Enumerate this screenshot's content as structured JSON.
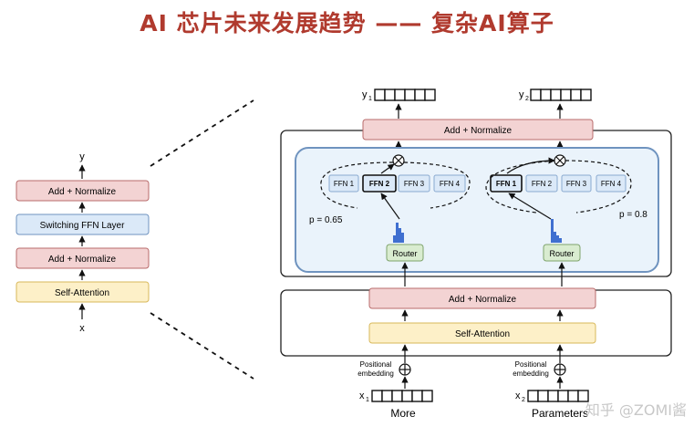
{
  "title": "AI 芯片未来发展趋势 —— 复杂AI算子",
  "left_block": {
    "y_label": "y",
    "x_label": "x",
    "add_norm_top": "Add + Normalize",
    "switching_ffn": "Switching FFN Layer",
    "add_norm_mid": "Add + Normalize",
    "self_attention": "Self-Attention"
  },
  "right_block": {
    "y1": "y",
    "y1_sub": "1",
    "y2": "y",
    "y2_sub": "2",
    "add_norm_top": "Add + Normalize",
    "add_norm_bottom": "Add + Normalize",
    "self_attention": "Self-Attention",
    "ffn_left": [
      "FFN 1",
      "FFN 2",
      "FFN 3",
      "FFN 4"
    ],
    "ffn_right": [
      "FFN 1",
      "FFN 2",
      "FFN 3",
      "FFN 4"
    ],
    "router_left": "Router",
    "router_right": "Router",
    "p_left": "p = 0.65",
    "p_right": "p = 0.8",
    "pos_emb_left": [
      "Positional",
      "embedding"
    ],
    "pos_emb_right": [
      "Positional",
      "embedding"
    ],
    "x1": "x",
    "x1_sub": "1",
    "x2": "x",
    "x2_sub": "2",
    "token_left": "More",
    "token_right": "Parameters"
  },
  "watermark": "知乎 @ZOMI酱",
  "colors": {
    "title": "#b03a2e",
    "add_norm_fill": "#f3d3d3",
    "add_norm_stroke": "#b86b6b",
    "ffn_layer_fill": "#dbe9f8",
    "ffn_layer_stroke": "#6f93bf",
    "self_attn_fill": "#fdf0c8",
    "self_attn_stroke": "#d8b85a",
    "router_fill": "#d9ecd0",
    "router_stroke": "#7ea36b",
    "histogram": "#3f6fd0"
  }
}
